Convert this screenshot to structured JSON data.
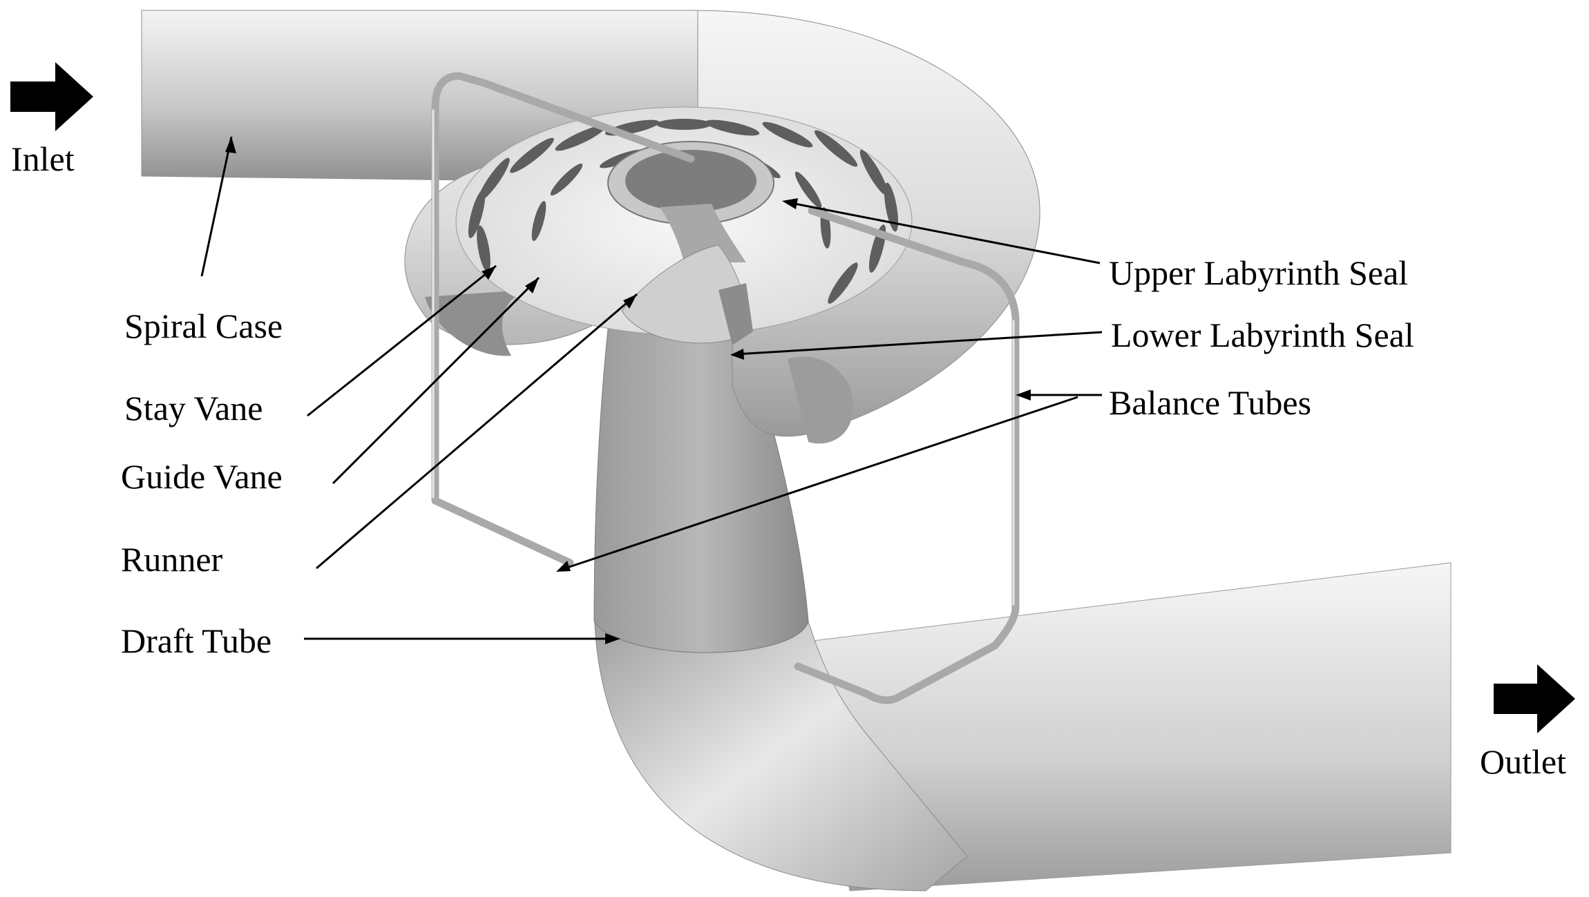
{
  "flow": {
    "inlet": "Inlet",
    "outlet": "Outlet"
  },
  "labels": {
    "spiral_case": "Spiral Case",
    "stay_vane": "Stay Vane",
    "guide_vane": "Guide Vane",
    "runner": "Runner",
    "draft_tube": "Draft Tube",
    "upper_seal": "Upper Labyrinth Seal",
    "lower_seal": "Lower Labyrinth Seal",
    "balance_tubes": "Balance Tubes"
  },
  "colors": {
    "surface_light": "#f2f2f2",
    "surface_mid": "#bdbdbd",
    "surface_dark": "#8e8e8e",
    "ink": "#000000"
  }
}
